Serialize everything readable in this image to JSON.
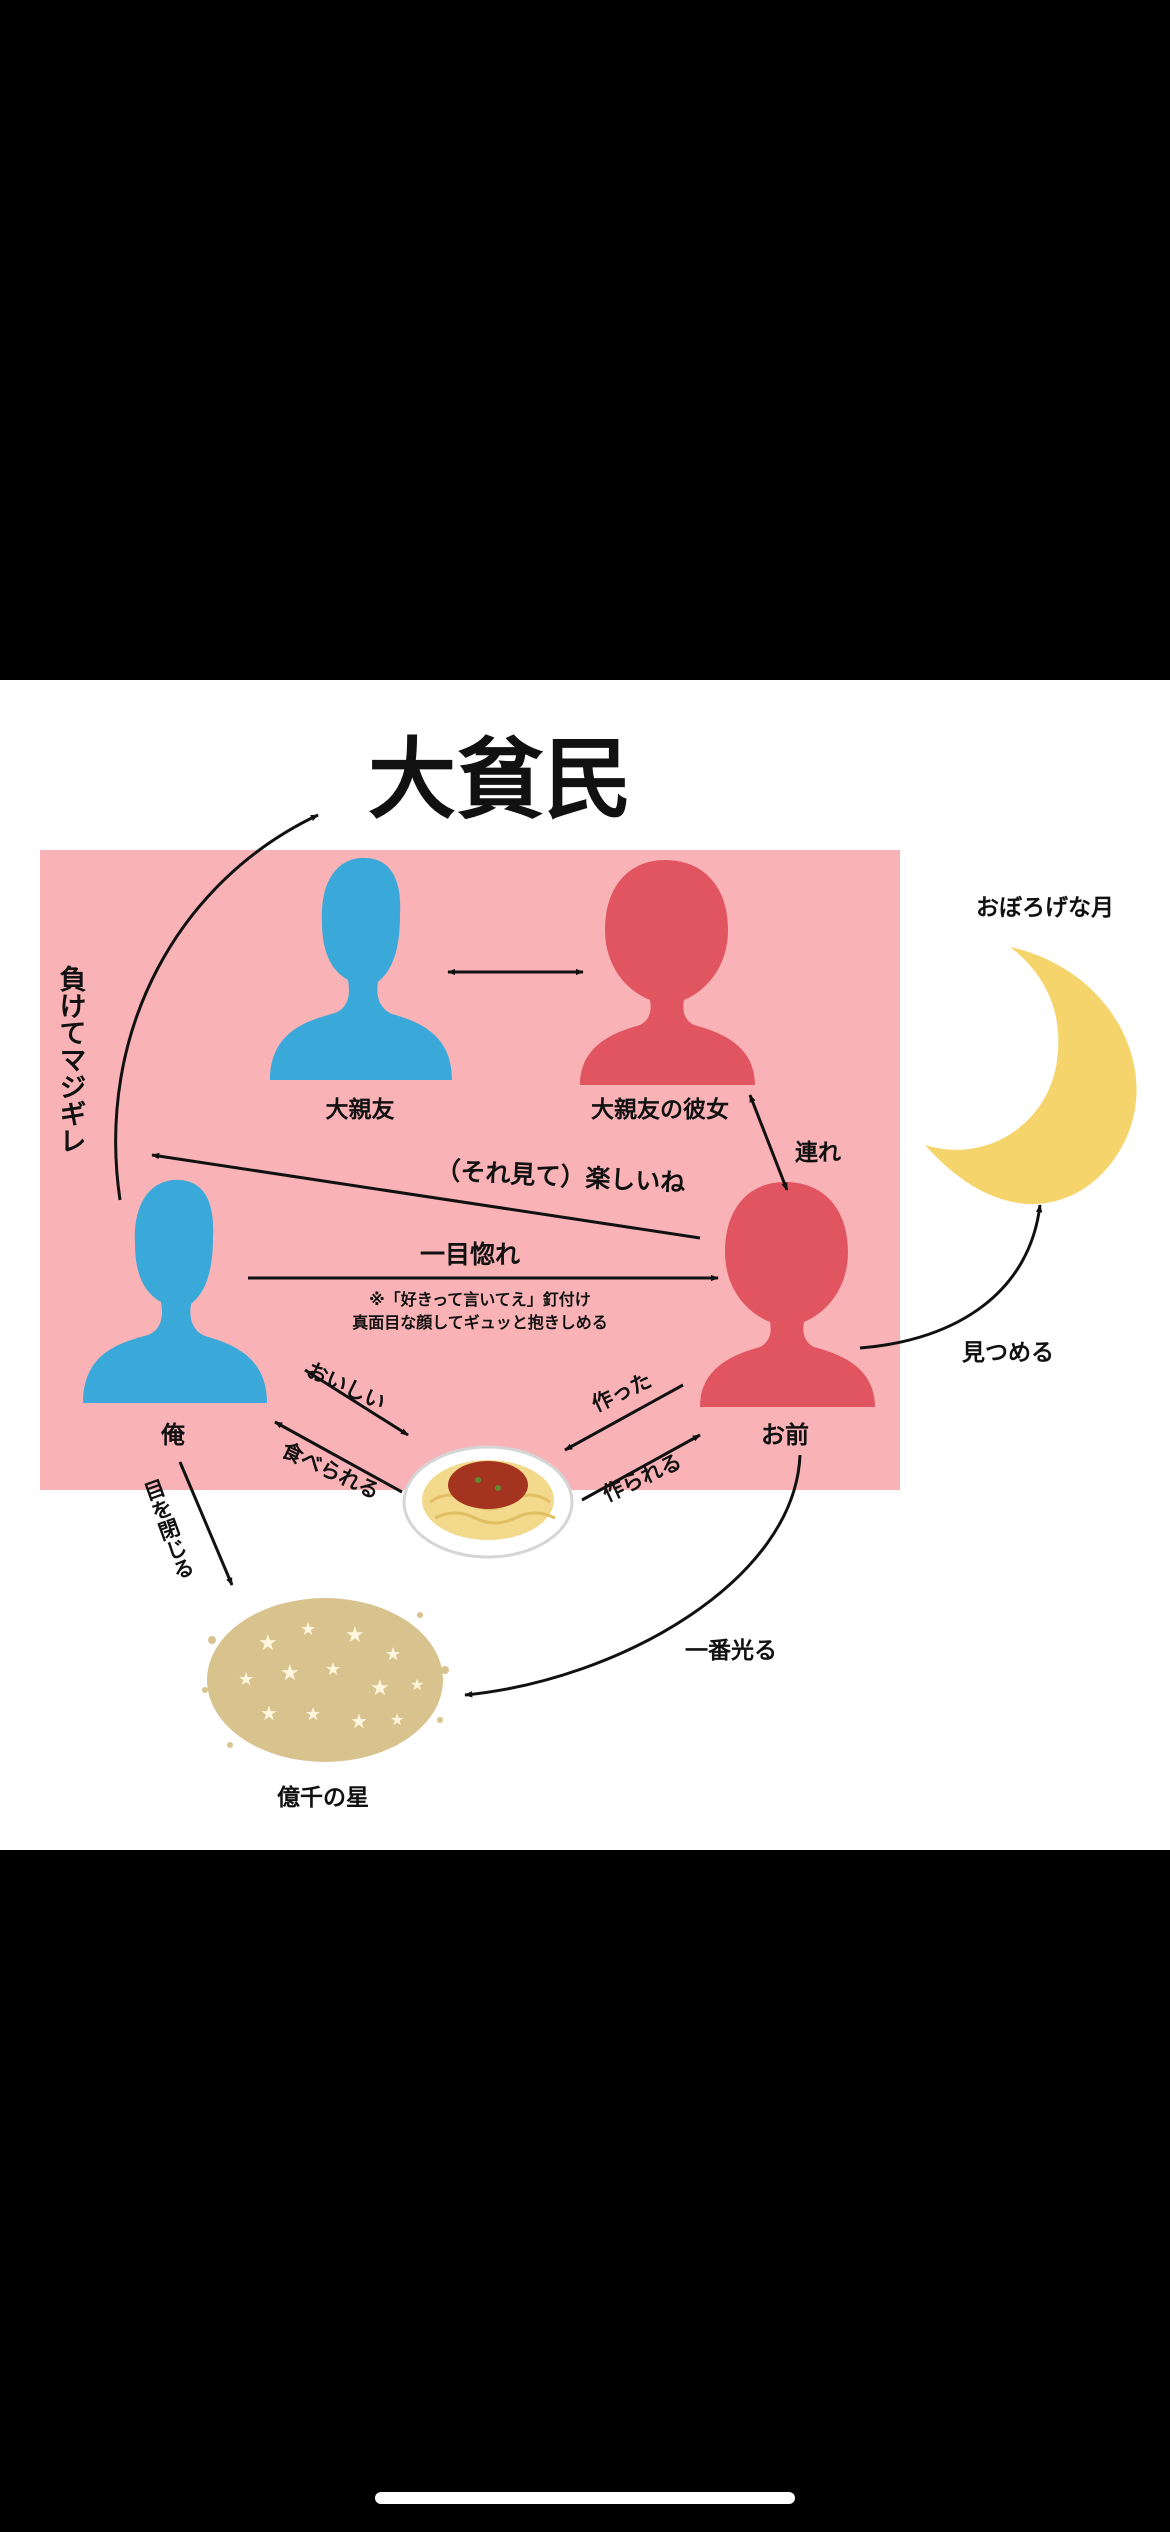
{
  "diagram": {
    "title": "大貧民",
    "colors": {
      "background_zone": "#f9b3b6",
      "male": "#3aa9d9",
      "female": "#e05560",
      "moon": "#f5d56b",
      "stars": "#d8c28e",
      "star_glyph": "#fff6dd",
      "plate": "#ffffff",
      "noodles": "#f3d98c",
      "sauce": "#a4331f",
      "arrow": "#111111",
      "home_indicator": "#ffffff"
    },
    "nodes": {
      "best_friend": "大親友",
      "best_friend_girlfriend": "大親友の彼女",
      "me": "俺",
      "you": "お前",
      "moon": "おぼろげな月",
      "stars": "億千の星"
    },
    "edges": {
      "lose_angry": "負けてマジギレ",
      "brought": "連れ",
      "fun": "（それ見て）楽しいね",
      "love_at_first_sight": "一目惚れ",
      "note_line1": "※「好きって言いてえ」釘付け",
      "note_line2": "真面目な顔してギュッと抱きしめる",
      "tasty": "おいしい",
      "eaten": "食べられる",
      "made": "作った",
      "be_made": "作られる",
      "close_eyes": "目を閉じる",
      "gaze": "見つめる",
      "shine_most": "一番光る"
    }
  }
}
